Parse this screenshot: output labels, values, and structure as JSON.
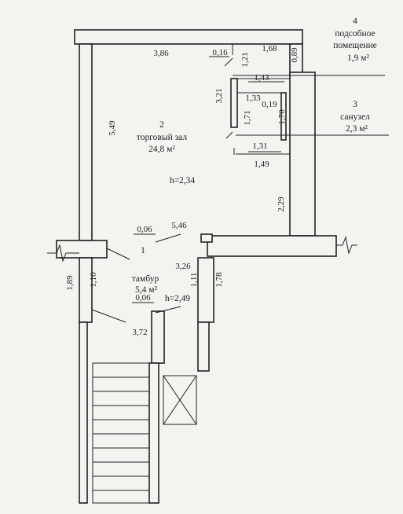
{
  "rooms": {
    "podsobnoe": {
      "number": "4",
      "name": "подсобное",
      "name2": "помещение",
      "area": "1,9 м²"
    },
    "sanuzel": {
      "number": "3",
      "name": "санузел",
      "area": "2,3 м²"
    },
    "torgovy": {
      "number": "2",
      "name": "торговый зал",
      "area": "24,8 м²",
      "height": "h=2,34"
    },
    "tambur": {
      "number": "1",
      "name": "тамбур",
      "area": "5,4 м²",
      "height": "h=2,49"
    }
  },
  "dims": {
    "d386": "3,86",
    "d016": "0,16",
    "d168": "1,68",
    "d121": "1,21",
    "d089": "0,89",
    "d143": "1,43",
    "d321": "3,21",
    "d133": "1,33",
    "d019": "0,19",
    "d171": "1,71",
    "d170": "1,70",
    "d131": "1,31",
    "d149": "1,49",
    "d549": "5,49",
    "d229": "2,29",
    "d006a": "0,06",
    "d546": "5,46",
    "d326": "3,26",
    "d189": "1,89",
    "d110": "1,10",
    "d111": "1,11",
    "d178": "1,78",
    "d006b": "0,06",
    "d372": "3,72"
  }
}
